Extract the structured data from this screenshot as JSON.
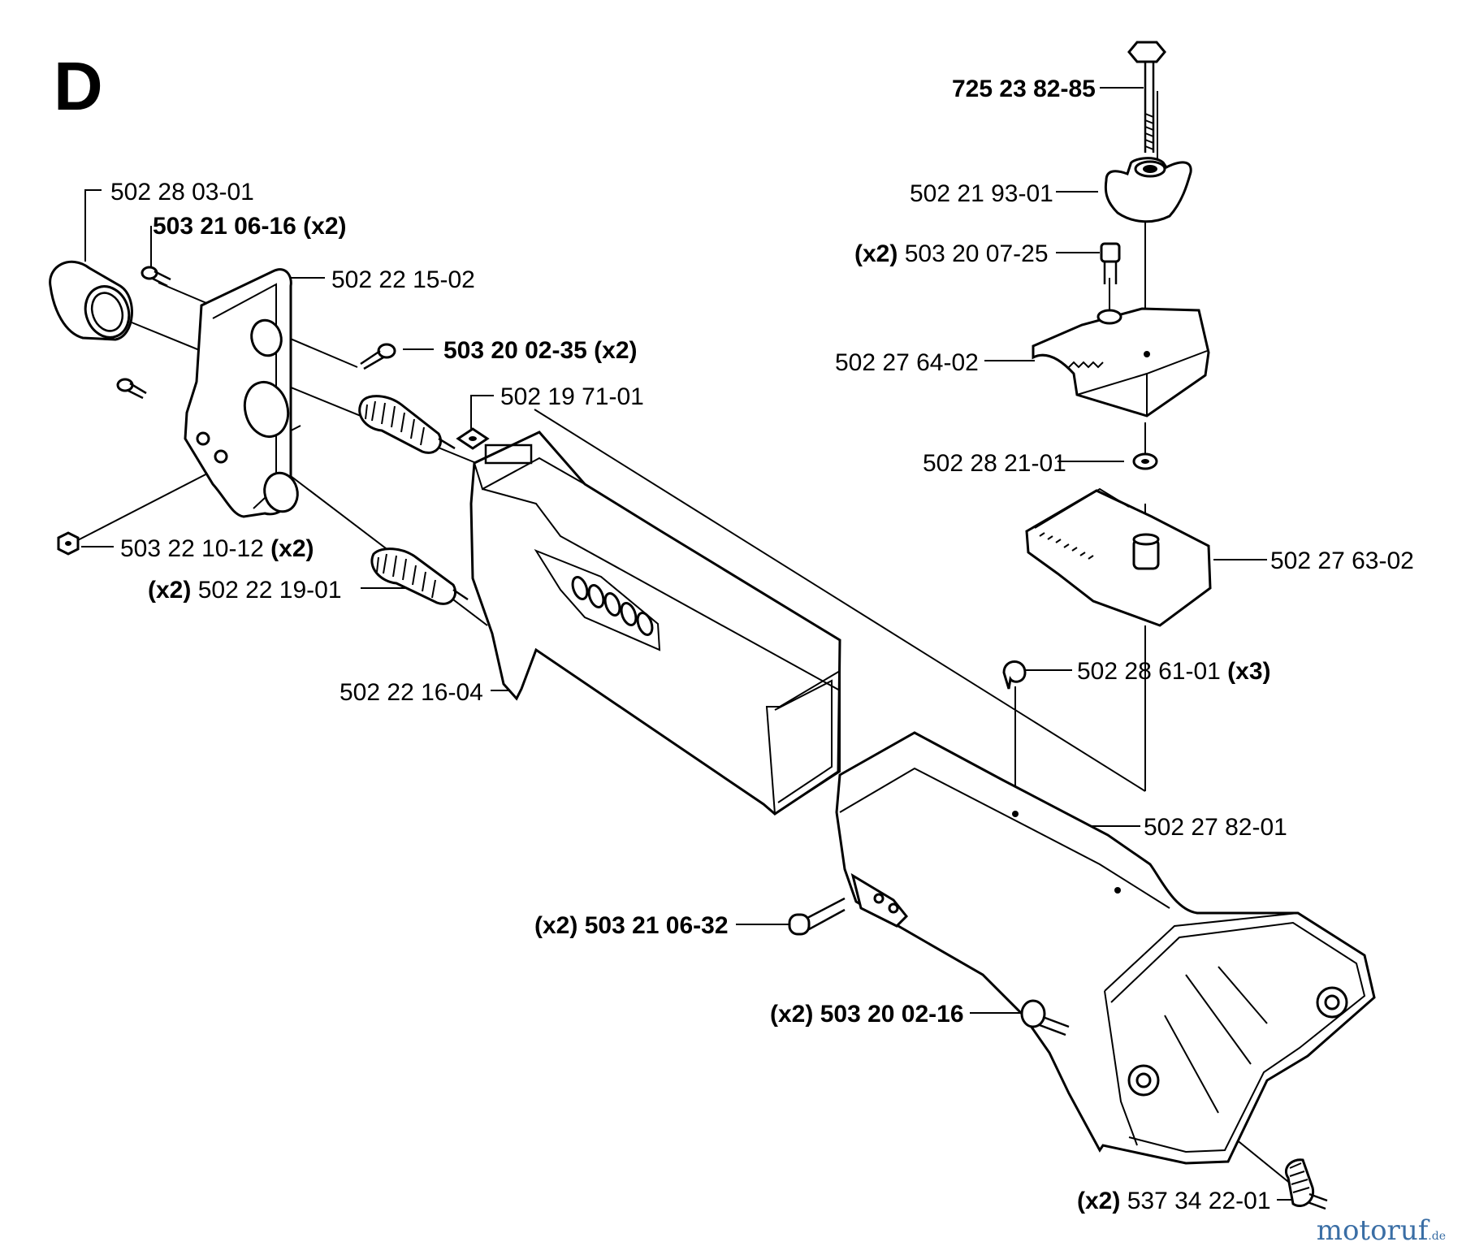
{
  "section_letter": "D",
  "watermark": {
    "name": "motoruf",
    "tld": ".de"
  },
  "labels": {
    "l1": {
      "text": "725 23 82-85"
    },
    "l2": {
      "text": "502 28 03-01"
    },
    "l3": {
      "part": "503 21 06-16",
      "qty": "(x2)"
    },
    "l4": {
      "text": "502 21 93-01"
    },
    "l5": {
      "qty": "(x2)",
      "part": "503 20 07-25"
    },
    "l6": {
      "text": "502 22 15-02"
    },
    "l7": {
      "part": "503 20 02-35",
      "qty": "(x2)"
    },
    "l8": {
      "text": "502 27 64-02"
    },
    "l9": {
      "text": "502 19 71-01"
    },
    "l10": {
      "text": "502 28 21-01"
    },
    "l11": {
      "part": "503 22 10-12",
      "qty": "(x2)"
    },
    "l12": {
      "text": "502 27 63-02"
    },
    "l13": {
      "qty": "(x2)",
      "part": "502 22 19-01"
    },
    "l14": {
      "text": "502 22 16-04"
    },
    "l15": {
      "part": "502 28 61-01",
      "qty": "(x3)"
    },
    "l16": {
      "text": "502 27 82-01"
    },
    "l17": {
      "qty": "(x2)",
      "part": "503 21 06-32"
    },
    "l18": {
      "qty": "(x2)",
      "part": "503 20 02-16"
    },
    "l19": {
      "qty": "(x2)",
      "part": "537 34 22-01"
    }
  }
}
